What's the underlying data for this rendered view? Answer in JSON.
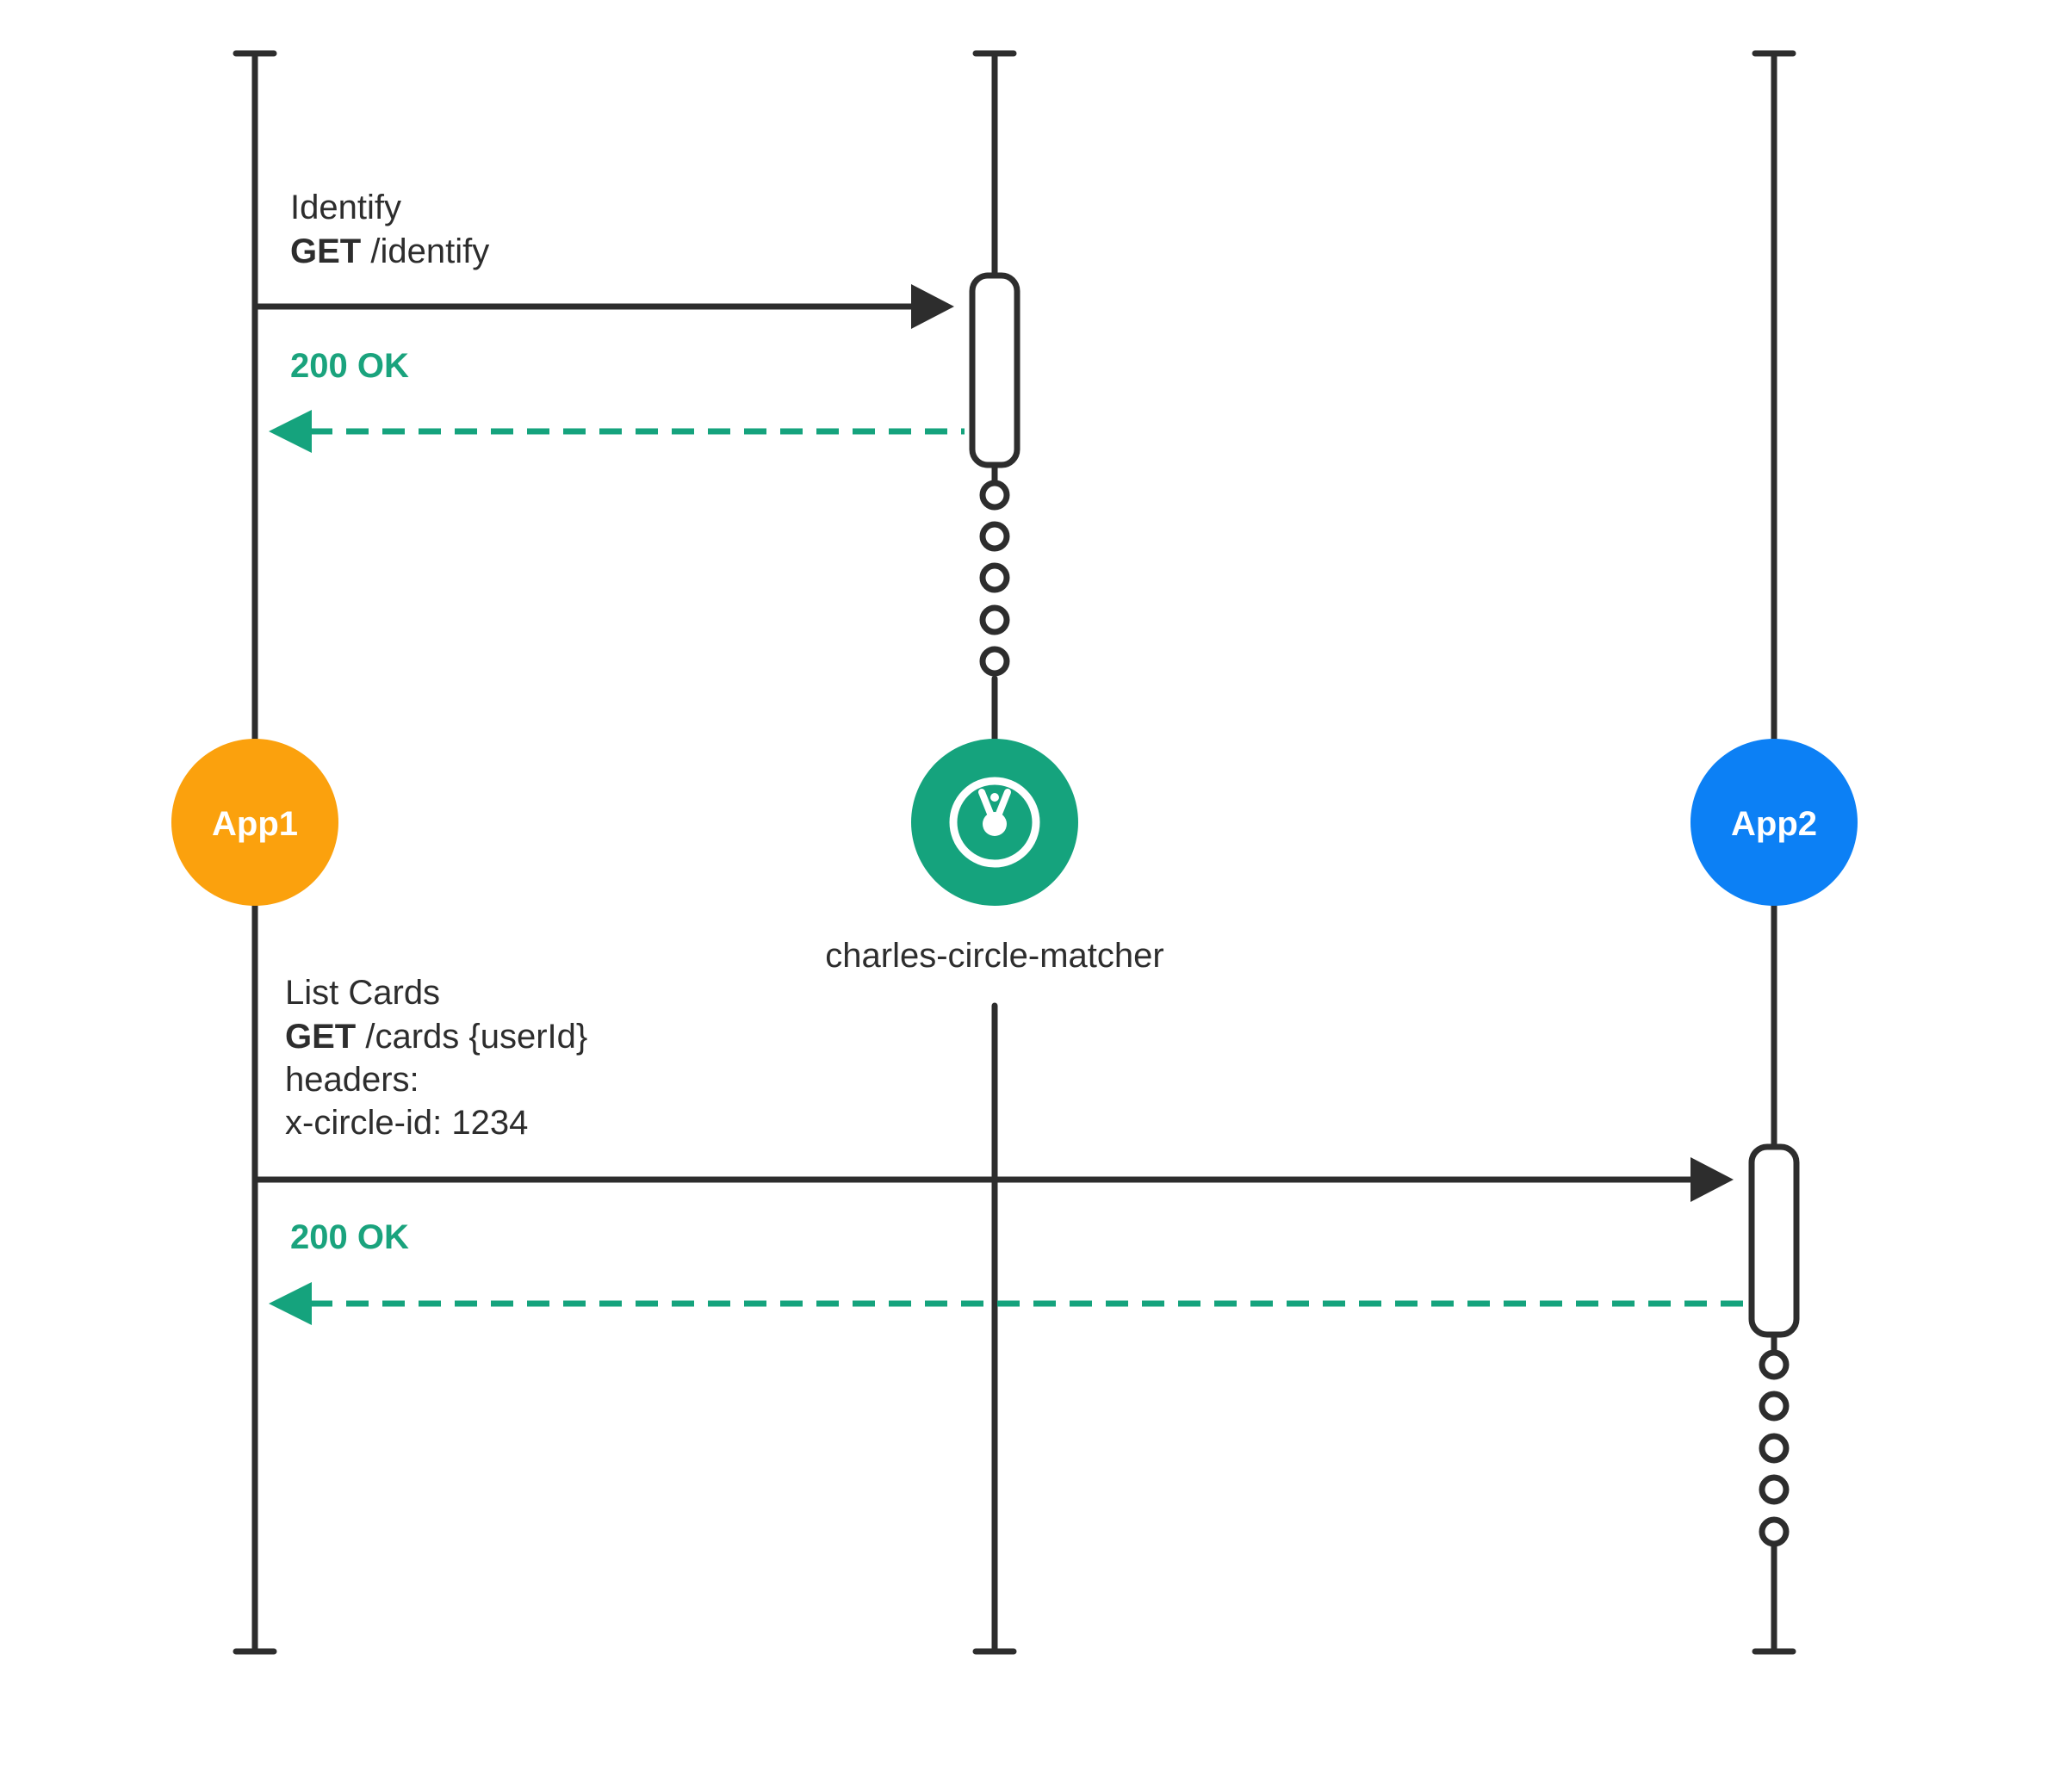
{
  "colors": {
    "line": "#2d2d2d",
    "response": "#15a37d",
    "app1": "#fba10d",
    "matcher": "#15a37d",
    "app2": "#0c80f5",
    "white": "#ffffff"
  },
  "actors": {
    "app1": {
      "label": "App1"
    },
    "matcher": {
      "icon": "clock-gauge-icon",
      "caption": "charles-circle-matcher"
    },
    "app2": {
      "label": "App2"
    }
  },
  "messages": {
    "identify": {
      "title": "Identify",
      "method": "GET",
      "path": " /identify"
    },
    "identify_response": {
      "label": "200 OK"
    },
    "list_cards": {
      "title": "List Cards",
      "method": "GET",
      "path": " /cards {userId}",
      "headers_label": "headers:",
      "header_value": "x-circle-id: 1234"
    },
    "list_cards_response": {
      "label": "200 OK"
    }
  }
}
